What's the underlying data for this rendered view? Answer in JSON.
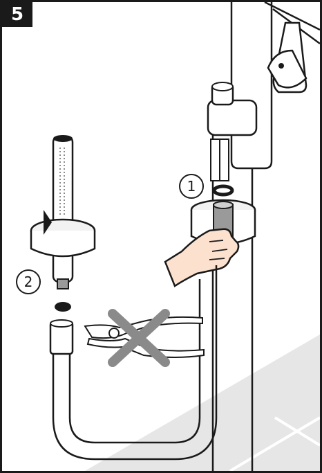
{
  "step": {
    "number": "5"
  },
  "callouts": [
    {
      "label": "1"
    },
    {
      "label": "2"
    }
  ],
  "colors": {
    "line": "#1a1a1a",
    "floor": "#e6e6e6",
    "tape": "#f2f2f2",
    "hand": "#fce1cf",
    "cross": "#8a8a8a",
    "metal": "#9a9a9a",
    "badge": "#1a1a1a"
  }
}
